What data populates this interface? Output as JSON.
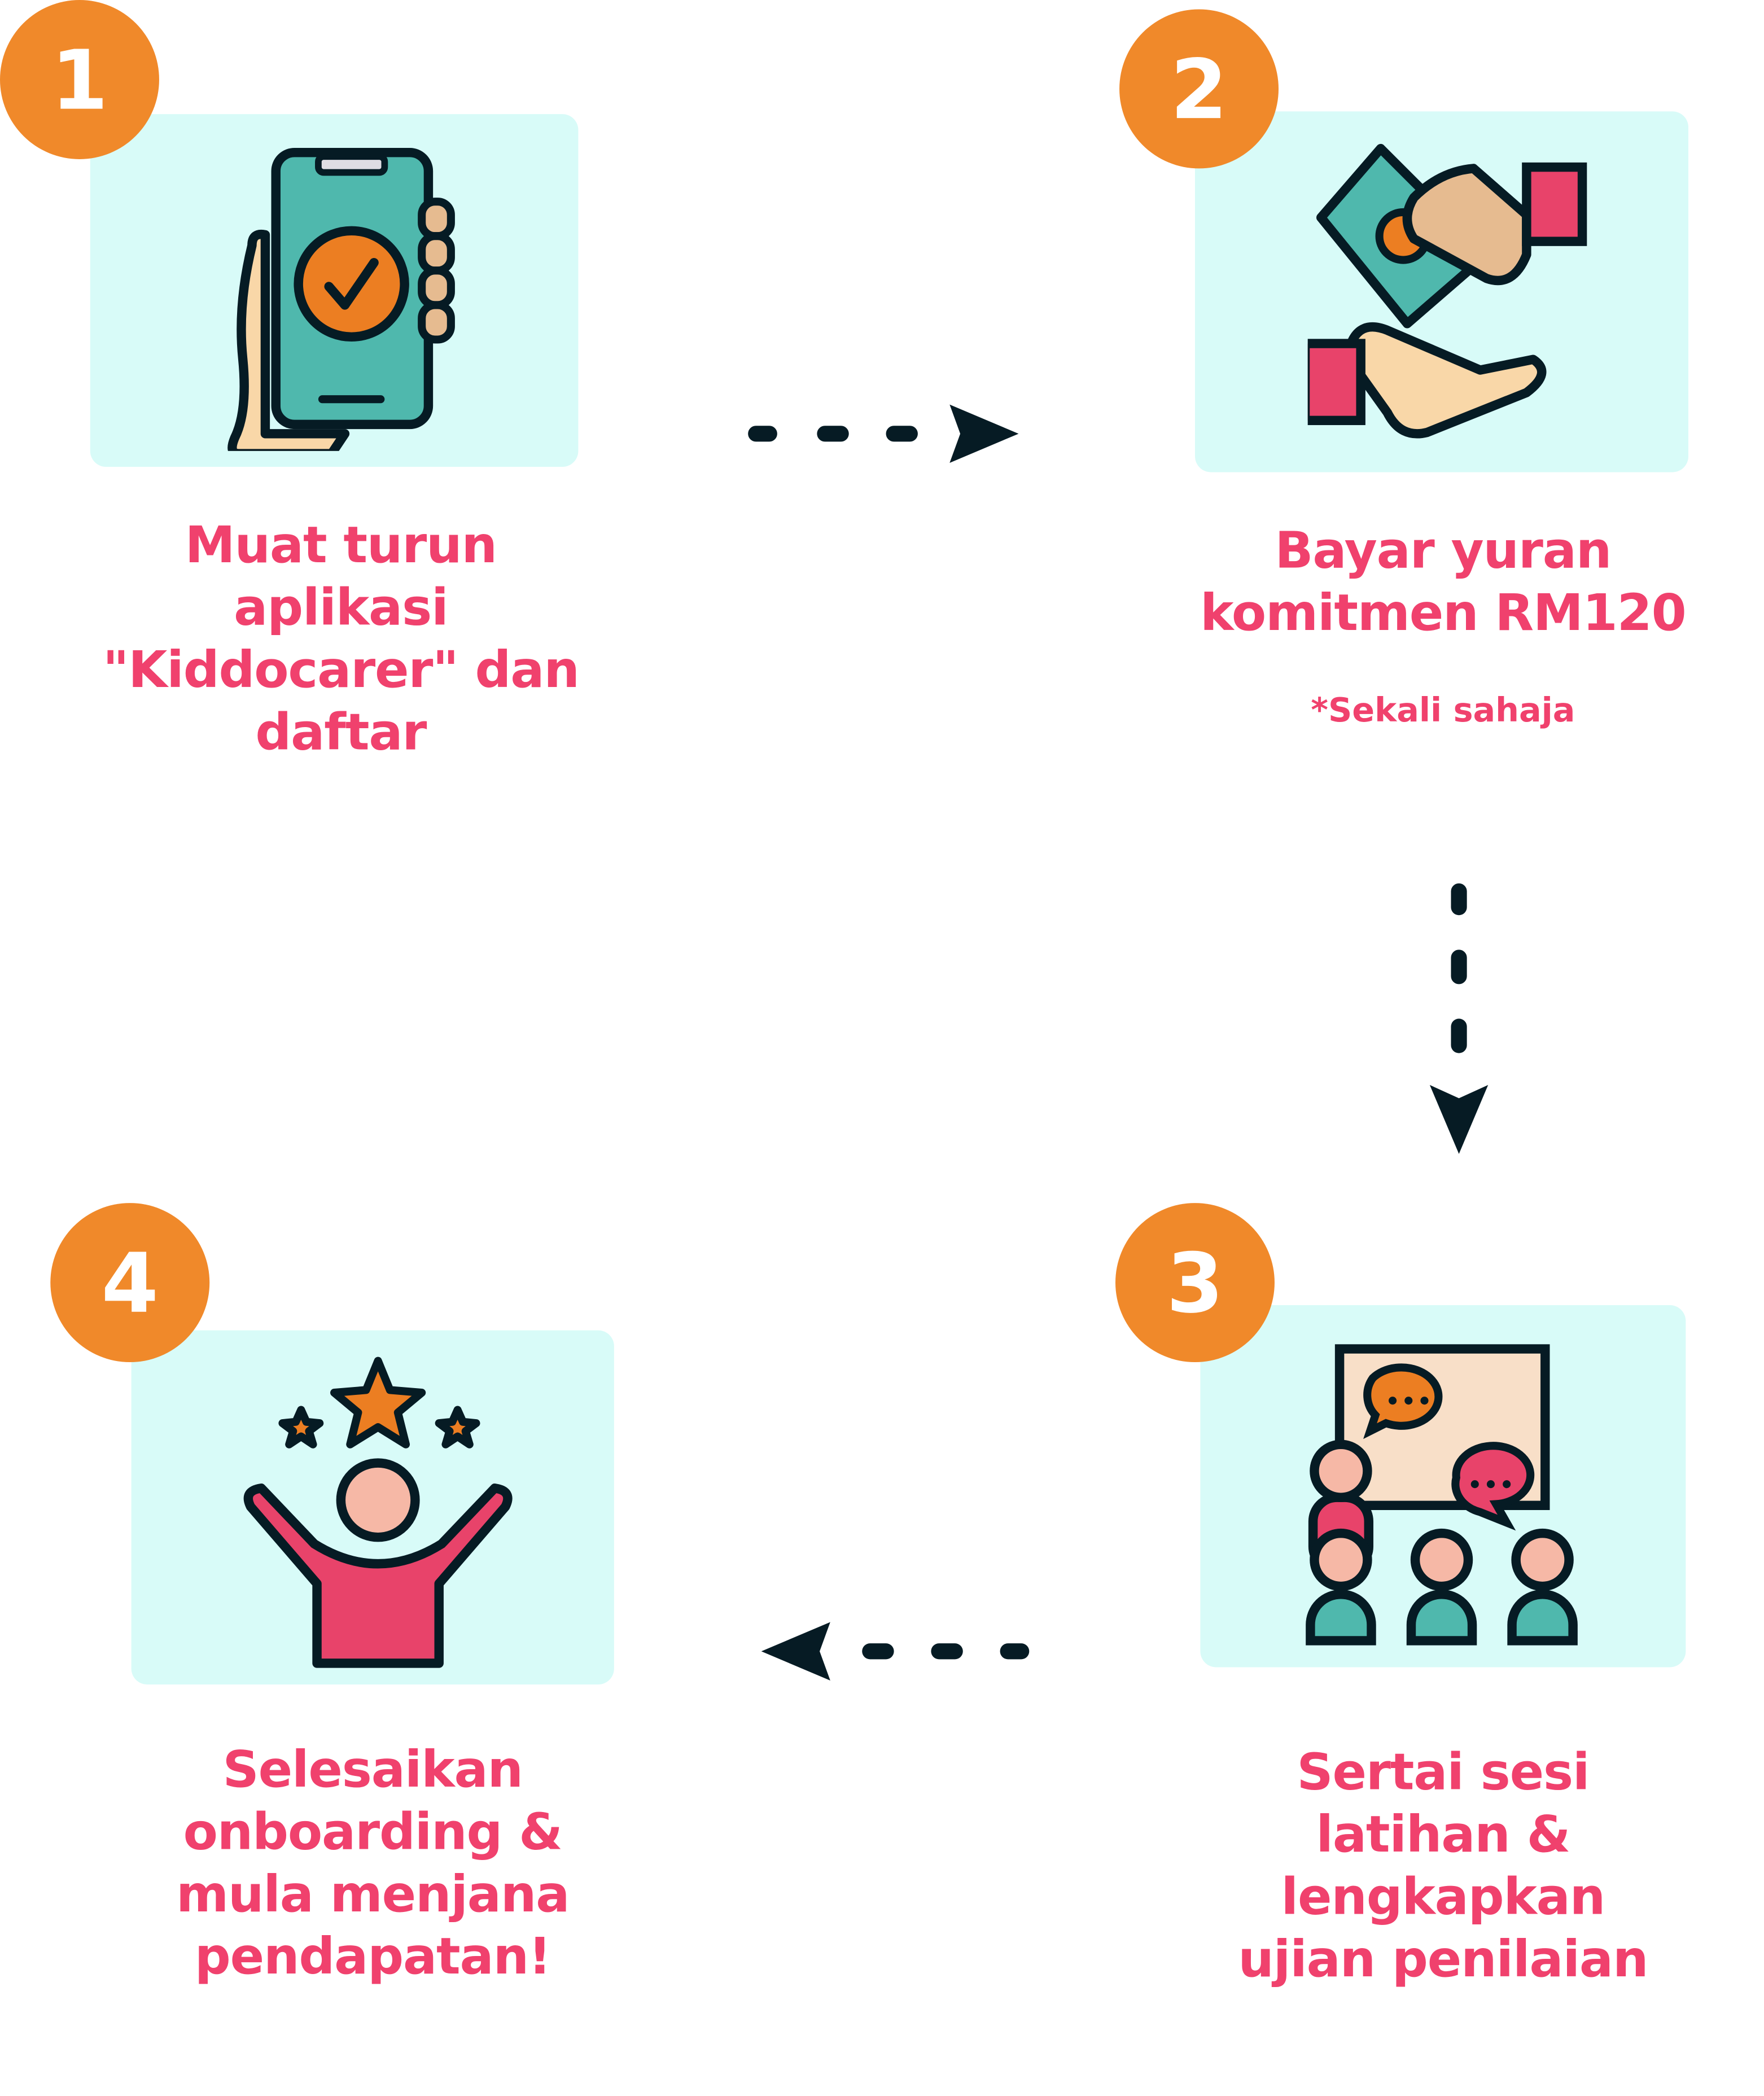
{
  "colors": {
    "accent": "#F0892A",
    "text": "#F0416D",
    "panel": "#D8FBF8",
    "arrow": "#061B24"
  },
  "steps": [
    {
      "number": "1",
      "icon": "phone-check-icon",
      "lines": [
        "Muat turun",
        "aplikasi",
        "\"Kiddocarer\" dan",
        "daftar"
      ]
    },
    {
      "number": "2",
      "icon": "payment-hands-icon",
      "lines": [
        "Bayar yuran",
        "komitmen RM120"
      ],
      "note": "*Sekali sahaja"
    },
    {
      "number": "3",
      "icon": "training-session-icon",
      "lines": [
        "Sertai sesi",
        "latihan &",
        "lengkapkan",
        "ujian penilaian"
      ]
    },
    {
      "number": "4",
      "icon": "celebrating-person-icon",
      "lines": [
        "Selesaikan",
        "onboarding &",
        "mula menjana",
        "pendapatan!"
      ]
    }
  ]
}
